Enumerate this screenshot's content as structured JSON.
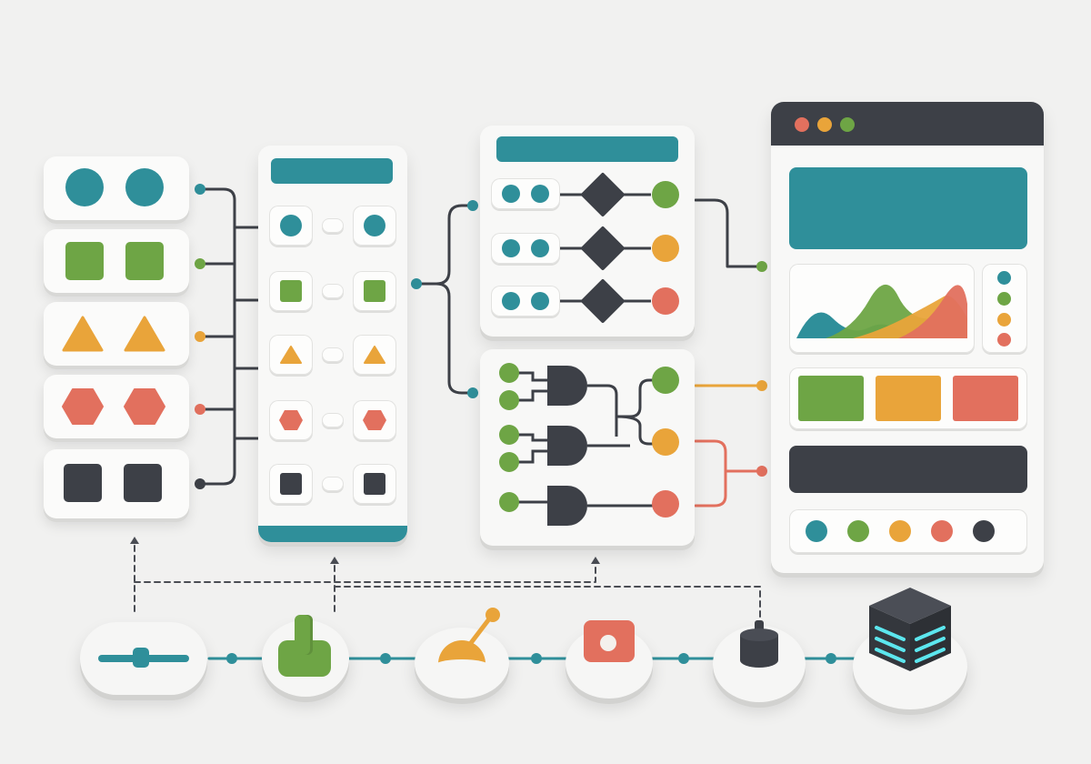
{
  "colors": {
    "teal": "#2f8f9a",
    "green": "#6ea545",
    "orange": "#e9a43a",
    "coral": "#e2705e",
    "dark": "#3d4047",
    "wire": "#3d4047",
    "panel": "#f8f8f7",
    "background": "#f1f1f0"
  },
  "input_shapes": [
    "circle-icon",
    "square-icon",
    "triangle-icon",
    "hexagon-icon",
    "dark-square-icon"
  ],
  "logic_outputs": [
    "green",
    "orange",
    "coral"
  ],
  "dashboard": {
    "window_buttons": [
      "coral",
      "orange",
      "green"
    ],
    "legend": [
      "teal",
      "green",
      "orange",
      "coral"
    ],
    "blocks": [
      "green",
      "orange",
      "coral"
    ],
    "palette": [
      "teal",
      "green",
      "orange",
      "coral",
      "dark"
    ]
  },
  "controls": [
    "slider-control",
    "toggle-switch-control",
    "joystick-control",
    "push-button-control",
    "knob-control",
    "processor-cube"
  ]
}
